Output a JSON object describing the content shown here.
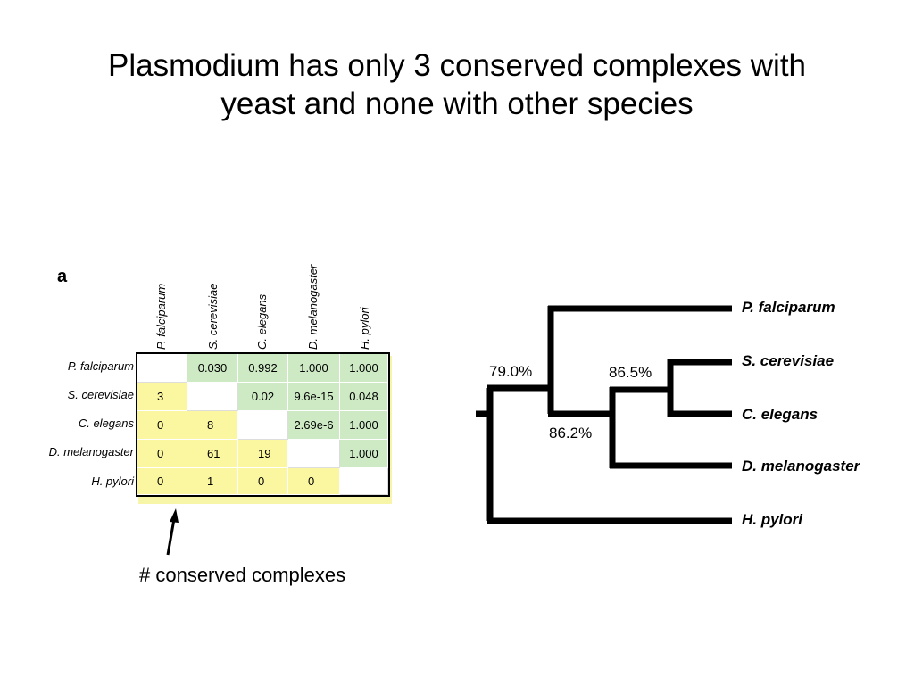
{
  "title": {
    "line1": "Plasmodium has only 3 conserved complexes with",
    "line2": "yeast and none with other species"
  },
  "panel_label": "a",
  "matrix": {
    "species": [
      "P. falciparum",
      "S. cerevisiae",
      "C. elegans",
      "D. melanogaster",
      "H. pylori"
    ],
    "rows": [
      [
        "",
        "0.030",
        "0.992",
        "1.000",
        "1.000"
      ],
      [
        "3",
        "",
        "0.02",
        "9.6e-15",
        "0.048"
      ],
      [
        "0",
        "8",
        "",
        "2.69e-6",
        "1.000"
      ],
      [
        "0",
        "61",
        "19",
        "",
        "1.000"
      ],
      [
        "0",
        "1",
        "0",
        "0",
        ""
      ]
    ],
    "upper_color": "#cdeac4",
    "lower_color": "#fbf6a0"
  },
  "caption": "# conserved complexes",
  "tree": {
    "leaves": [
      "P. falciparum",
      "S. cerevisiae",
      "C. elegans",
      "D. melanogaster",
      "H. pylori"
    ],
    "support": [
      "79.0%",
      "86.5%",
      "86.2%"
    ]
  }
}
